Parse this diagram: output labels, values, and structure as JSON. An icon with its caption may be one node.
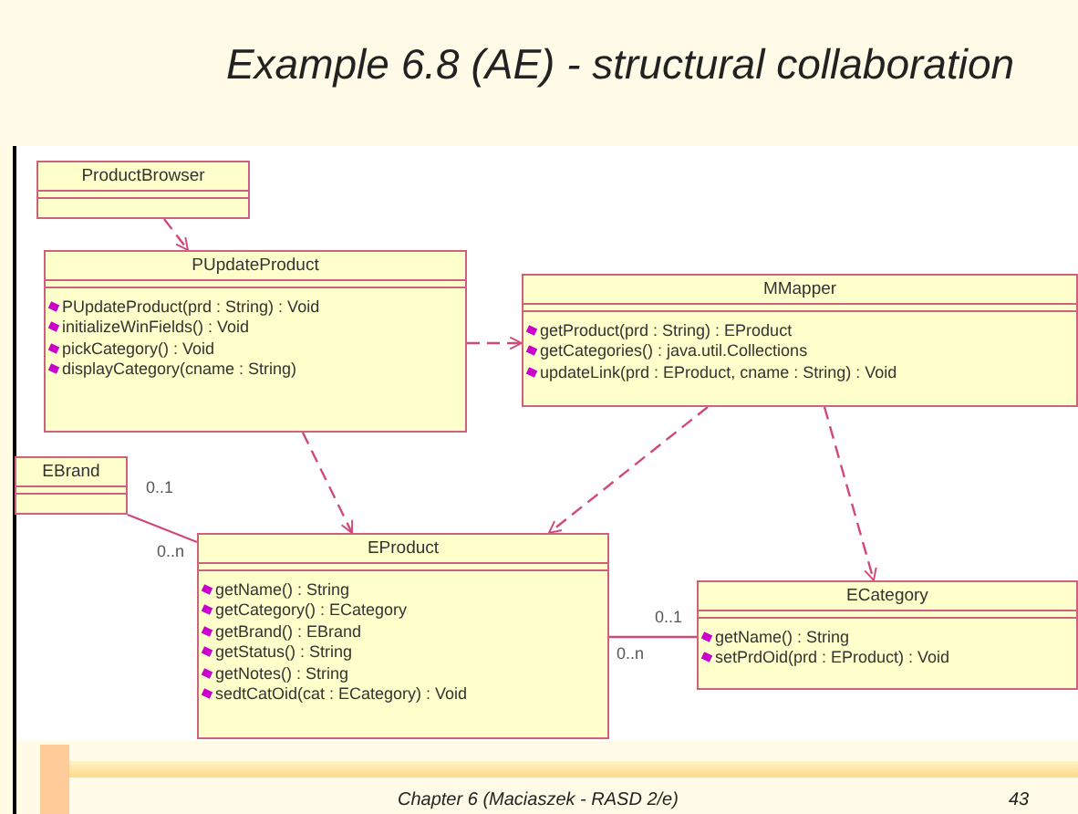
{
  "diagram": {
    "title": "Example 6.8 (AE) - structural collaboration",
    "nodes": [
      {
        "text": [
          "ProductBrowser"
        ]
      },
      {
        "text": [
          "PUpdateProduct",
          "PUpdateProduct(prd : String) : Void",
          "initializeWinFields() : Void",
          "pickCategory() : Void",
          "displayCategory(cname : String)"
        ]
      },
      {
        "text": [
          "MMapper",
          "getProduct(prd : String) : EProduct",
          "getCategories() : java.util.Collections",
          "updateLink(prd : EProduct, cname : String) : Void"
        ]
      },
      {
        "text": [
          "EBrand"
        ]
      },
      {
        "text": [
          "EProduct",
          "getName() : String",
          "getCategory() : ECategory",
          "getBrand() : EBrand",
          "getStatus() : String",
          "getNotes() : String",
          "sedtCatOid(cat : ECategory) : Void"
        ]
      },
      {
        "text": [
          "ECategory",
          "getName() : String",
          "setPrdOid(prd : EProduct) : Void"
        ]
      }
    ],
    "edges": [
      {
        "from": 0,
        "to": 1,
        "arrow": "to",
        "style": "dashed"
      },
      {
        "from": 1,
        "to": 2,
        "arrow": "to",
        "style": "dashed"
      },
      {
        "from": 1,
        "to": 4,
        "arrow": "to",
        "style": "dashed"
      },
      {
        "from": 2,
        "to": 4,
        "arrow": "to",
        "style": "dashed"
      },
      {
        "from": 2,
        "to": 5,
        "arrow": "to",
        "style": "dashed"
      },
      {
        "from": 3,
        "to": 4,
        "arrow": "none"
      },
      {
        "from": 4,
        "to": 5,
        "arrow": "none"
      }
    ],
    "labels": [
      "0..1",
      "0..n",
      "0..1",
      "0..n",
      "Chapter 6 (Maciaszek - RASD 2/e)",
      "43"
    ]
  }
}
